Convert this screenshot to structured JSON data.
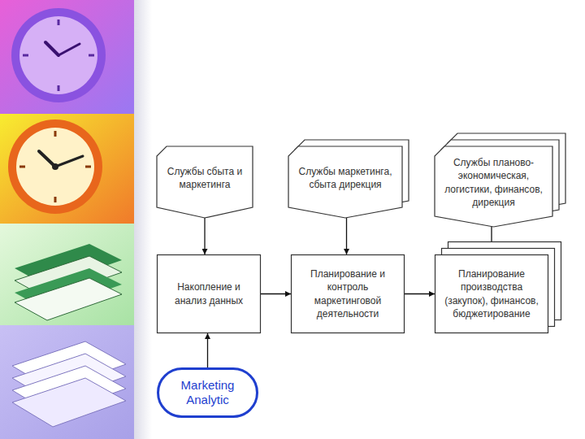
{
  "diagram": {
    "nodes": [
      {
        "text": [
          "Службы сбыта и маркетинга"
        ]
      },
      {
        "text": [
          "Службы маркетинга, сбыта дирекция"
        ]
      },
      {
        "text": [
          "Службы планово-экономическая, логистики, финансов, дирекция"
        ]
      },
      {
        "text": [
          "Накопление и анализ данных"
        ]
      },
      {
        "text": [
          "Планирование и контроль маркетинговой деятельности"
        ]
      },
      {
        "text": [
          "Планирование производства (закупок), финансов, бюджетирование"
        ]
      },
      {
        "text": [
          "Marketing Analytic"
        ]
      }
    ],
    "edges": [
      {
        "from": 0,
        "to": 3,
        "arrow": "to"
      },
      {
        "from": 1,
        "to": 4,
        "arrow": "to"
      },
      {
        "from": 2,
        "to": 5,
        "arrow": "to"
      },
      {
        "from": 6,
        "to": 3,
        "arrow": "to"
      },
      {
        "from": 3,
        "to": 4,
        "arrow": "to"
      },
      {
        "from": 4,
        "to": 5,
        "arrow": "to"
      }
    ]
  }
}
